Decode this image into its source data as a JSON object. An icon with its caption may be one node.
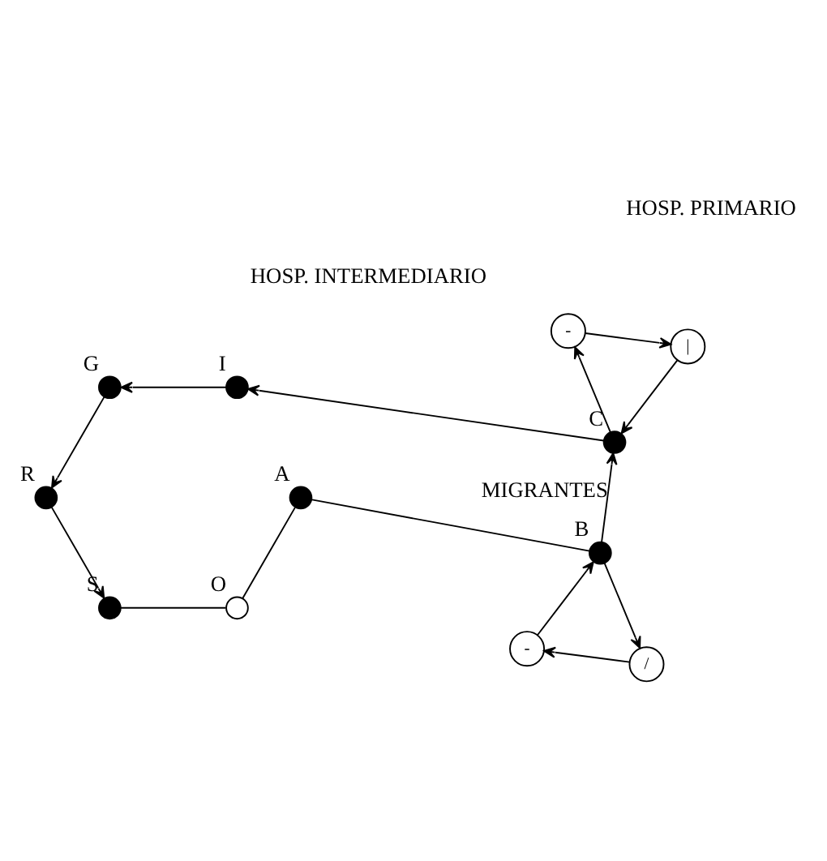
{
  "diagram": {
    "nodes": [
      {
        "text": [],
        "shape": "circle",
        "beside": [
          "O"
        ]
      },
      {
        "text": [],
        "shape": "circle",
        "beside": [
          "S"
        ]
      },
      {
        "text": [],
        "shape": "circle",
        "beside": [
          "R"
        ]
      },
      {
        "text": [],
        "shape": "circle",
        "beside": [
          "G"
        ]
      },
      {
        "text": [],
        "shape": "circle",
        "beside": [
          "I"
        ]
      },
      {
        "text": [
          "-"
        ]
      },
      {
        "text": [
          "-"
        ]
      },
      {
        "text": [
          "|"
        ]
      },
      {
        "text": [],
        "shape": "circle",
        "beside": [
          "A"
        ]
      },
      {
        "text": [
          "/"
        ]
      },
      {
        "text": [],
        "shape": "circle",
        "beside": [
          "B"
        ]
      },
      {
        "text": [],
        "shape": "circle",
        "beside": [
          "C"
        ]
      }
    ],
    "edges": [
      {
        "from": 1,
        "to": 0,
        "arrow": "none"
      },
      {
        "from": 0,
        "to": 8,
        "arrow": "none"
      },
      {
        "from": 8,
        "to": 10,
        "arrow": "none"
      },
      {
        "from": 10,
        "to": 11,
        "arrow": "to",
        "label": "MIGRANTES"
      },
      {
        "from": 11,
        "to": 4,
        "arrow": "to"
      },
      {
        "from": 4,
        "to": 3,
        "arrow": "to"
      },
      {
        "from": 3,
        "to": 2,
        "arrow": "to"
      },
      {
        "from": 2,
        "to": 1,
        "arrow": "to"
      },
      {
        "from": 10,
        "to": 9,
        "arrow": "to"
      },
      {
        "from": 9,
        "to": 5,
        "arrow": "to"
      },
      {
        "from": 5,
        "to": 10,
        "arrow": "to"
      },
      {
        "from": 11,
        "to": 6,
        "arrow": "to"
      },
      {
        "from": 6,
        "to": 7,
        "arrow": "to"
      },
      {
        "from": 7,
        "to": 11,
        "arrow": "to"
      }
    ],
    "labels": [
      "HOSP. PRIMARIO",
      "HOSP. INTERMEDIARIO"
    ]
  }
}
